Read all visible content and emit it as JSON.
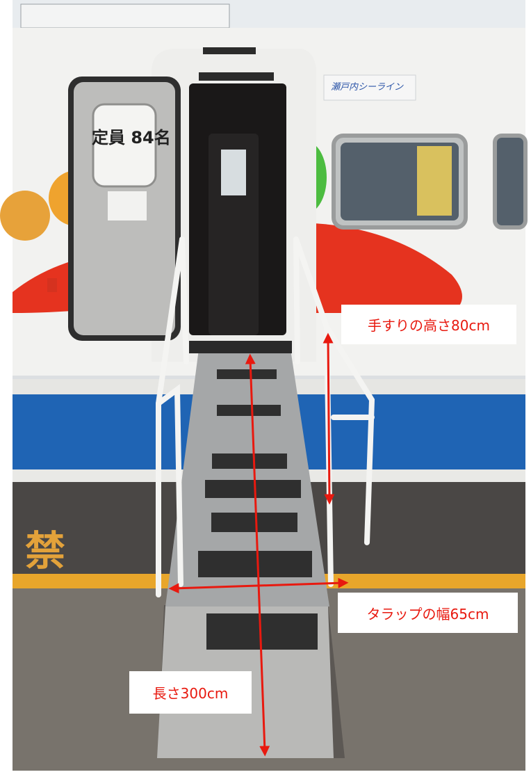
{
  "photo": {
    "door_sign": "定員 84名",
    "ship_logo": "瀬戸内シーライン",
    "ground_marking": "禁"
  },
  "annotations": {
    "handrail_height": "手すりの高さ80cm",
    "ramp_width": "タラップの幅65cm",
    "ramp_length": "長さ300cm"
  },
  "colors": {
    "annotation": "#e8190f",
    "hull_blue": "#1f64b4",
    "hull_red": "#e5331f",
    "ground_yellow": "#e8a62b"
  }
}
